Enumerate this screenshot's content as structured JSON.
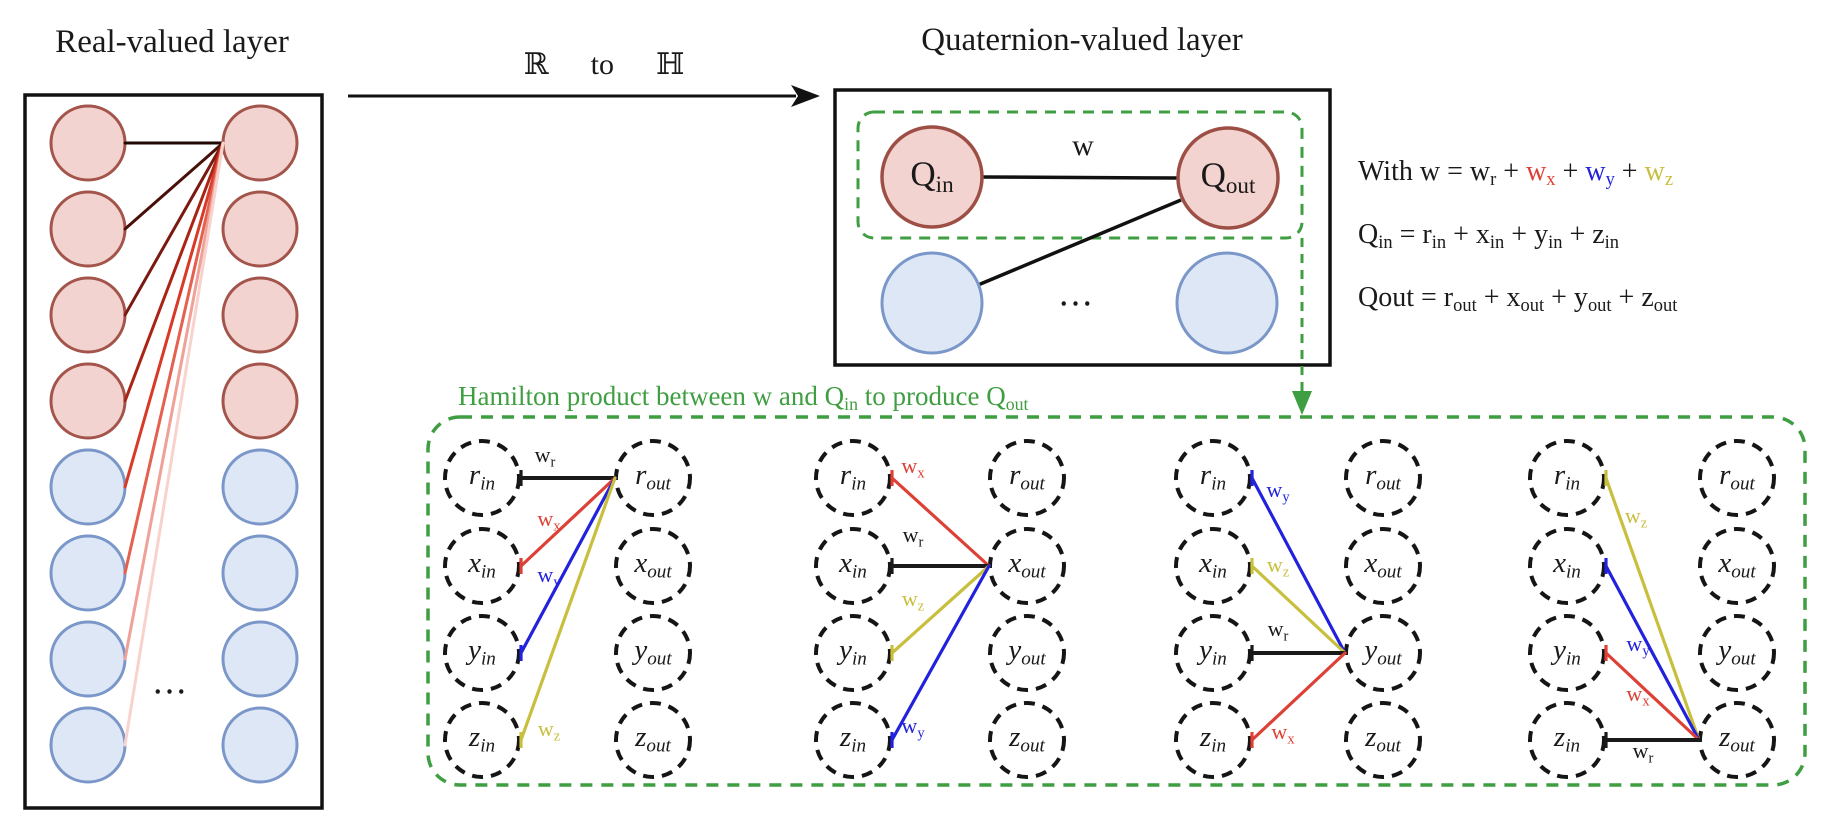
{
  "colors": {
    "black": "#1a1a1a",
    "red": "#dd4035",
    "blue": "#2222dd",
    "yellow": "#c9bf3e",
    "green": "#3f9e41",
    "pink_fill": "#f3d3cf",
    "pink_stroke": "#a3544b",
    "blue_fill": "#dde7f6",
    "blue_stroke": "#7b97c9",
    "box_stroke": "#111111",
    "fan": [
      "#230704",
      "#4a0f09",
      "#7a1910",
      "#aa2416",
      "#d93a28",
      "#e4604f",
      "#efa197",
      "#f8d3cd"
    ]
  },
  "real_layer": {
    "title": "Real-valued layer",
    "ellipsis": "..."
  },
  "domain_arrow": {
    "from": "ℝ",
    "mid": "to",
    "to": "ℍ"
  },
  "quaternion_layer": {
    "title": "Quaternion-valued layer",
    "q_in": {
      "base": "Q",
      "sub": "in"
    },
    "q_out": {
      "base": "Q",
      "sub": "out"
    },
    "weight_label": "w",
    "ellipsis": "..."
  },
  "equations": [
    {
      "segments": [
        {
          "text": "With w = w"
        },
        {
          "text": "r",
          "sub": true
        },
        {
          "text": " + "
        },
        {
          "text": "w",
          "color": "red"
        },
        {
          "text": "x",
          "sub": true,
          "color": "red"
        },
        {
          "text": " + "
        },
        {
          "text": "w",
          "color": "blue"
        },
        {
          "text": "y",
          "sub": true,
          "color": "blue"
        },
        {
          "text": " + "
        },
        {
          "text": "w",
          "color": "yellow"
        },
        {
          "text": "z",
          "sub": true,
          "color": "yellow"
        }
      ]
    },
    {
      "segments": [
        {
          "text": "Q"
        },
        {
          "text": "in",
          "sub": true
        },
        {
          "text": " = r"
        },
        {
          "text": "in",
          "sub": true
        },
        {
          "text": " + x"
        },
        {
          "text": "in",
          "sub": true
        },
        {
          "text": " + y"
        },
        {
          "text": "in",
          "sub": true
        },
        {
          "text": " + z"
        },
        {
          "text": "in",
          "sub": true
        }
      ]
    },
    {
      "segments": [
        {
          "text": "Qout = r"
        },
        {
          "text": "out",
          "sub": true
        },
        {
          "text": " + x"
        },
        {
          "text": "out",
          "sub": true
        },
        {
          "text": " + y"
        },
        {
          "text": "out",
          "sub": true
        },
        {
          "text": " + z"
        },
        {
          "text": "out",
          "sub": true
        }
      ]
    }
  ],
  "hamilton": {
    "title_segments": [
      {
        "text": "Hamilton product between w and Q"
      },
      {
        "text": "in",
        "sub": true
      },
      {
        "text": " to produce Q"
      },
      {
        "text": "out",
        "sub": true
      }
    ],
    "row_labels_in": [
      {
        "base": "r",
        "sub": "in"
      },
      {
        "base": "x",
        "sub": "in"
      },
      {
        "base": "y",
        "sub": "in"
      },
      {
        "base": "z",
        "sub": "in"
      }
    ],
    "row_labels_out": [
      {
        "base": "r",
        "sub": "out"
      },
      {
        "base": "x",
        "sub": "out"
      },
      {
        "base": "y",
        "sub": "out"
      },
      {
        "base": "z",
        "sub": "out"
      }
    ],
    "weights": {
      "wr": {
        "base": "w",
        "sub": "r",
        "color": "black"
      },
      "wx": {
        "base": "w",
        "sub": "x",
        "color": "red"
      },
      "wy": {
        "base": "w",
        "sub": "y",
        "color": "blue"
      },
      "wz": {
        "base": "w",
        "sub": "z",
        "color": "yellow"
      }
    },
    "diagrams": [
      {
        "target_row": 0,
        "connections": [
          {
            "from_row": 0,
            "weight": "wr"
          },
          {
            "from_row": 1,
            "weight": "wx"
          },
          {
            "from_row": 2,
            "weight": "wy"
          },
          {
            "from_row": 3,
            "weight": "wz"
          }
        ]
      },
      {
        "target_row": 1,
        "connections": [
          {
            "from_row": 0,
            "weight": "wx"
          },
          {
            "from_row": 1,
            "weight": "wr"
          },
          {
            "from_row": 2,
            "weight": "wz"
          },
          {
            "from_row": 3,
            "weight": "wy"
          }
        ]
      },
      {
        "target_row": 2,
        "connections": [
          {
            "from_row": 0,
            "weight": "wy"
          },
          {
            "from_row": 1,
            "weight": "wz"
          },
          {
            "from_row": 2,
            "weight": "wr"
          },
          {
            "from_row": 3,
            "weight": "wx"
          }
        ]
      },
      {
        "target_row": 3,
        "connections": [
          {
            "from_row": 0,
            "weight": "wz"
          },
          {
            "from_row": 1,
            "weight": "wy"
          },
          {
            "from_row": 2,
            "weight": "wx"
          },
          {
            "from_row": 3,
            "weight": "wr"
          }
        ]
      }
    ]
  }
}
